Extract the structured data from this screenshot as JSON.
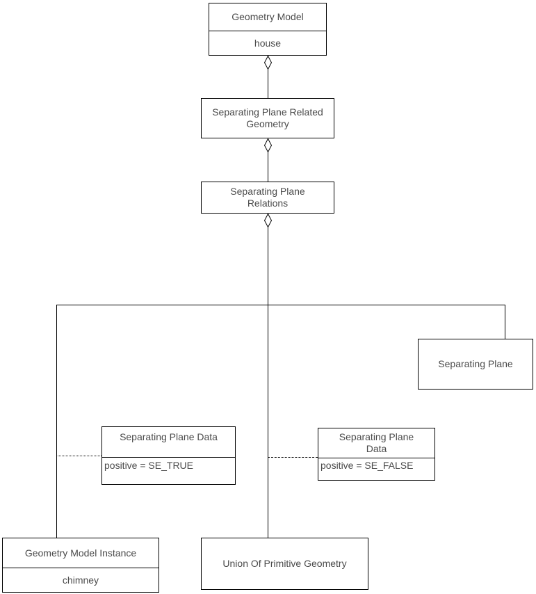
{
  "diagram": {
    "background_color": "#ffffff",
    "line_color": "#000000",
    "text_color": "#4a4a4a",
    "nodes": {
      "geometry_model": {
        "title": "Geometry Model",
        "value": "house"
      },
      "separating_plane_related_geometry": {
        "title": "Separating Plane Related Geometry"
      },
      "separating_plane_relations": {
        "title": "Separating Plane Relations"
      },
      "separating_plane": {
        "title": "Separating Plane"
      },
      "separating_plane_data_true": {
        "title": "Separating Plane Data",
        "value": "positive = SE_TRUE"
      },
      "separating_plane_data_false": {
        "title": "Separating Plane Data",
        "value": "positive = SE_FALSE"
      },
      "geometry_model_instance": {
        "title": "Geometry Model Instance",
        "value": "chimney"
      },
      "union_of_primitive_geometry": {
        "title": "Union Of Primitive Geometry"
      }
    }
  }
}
